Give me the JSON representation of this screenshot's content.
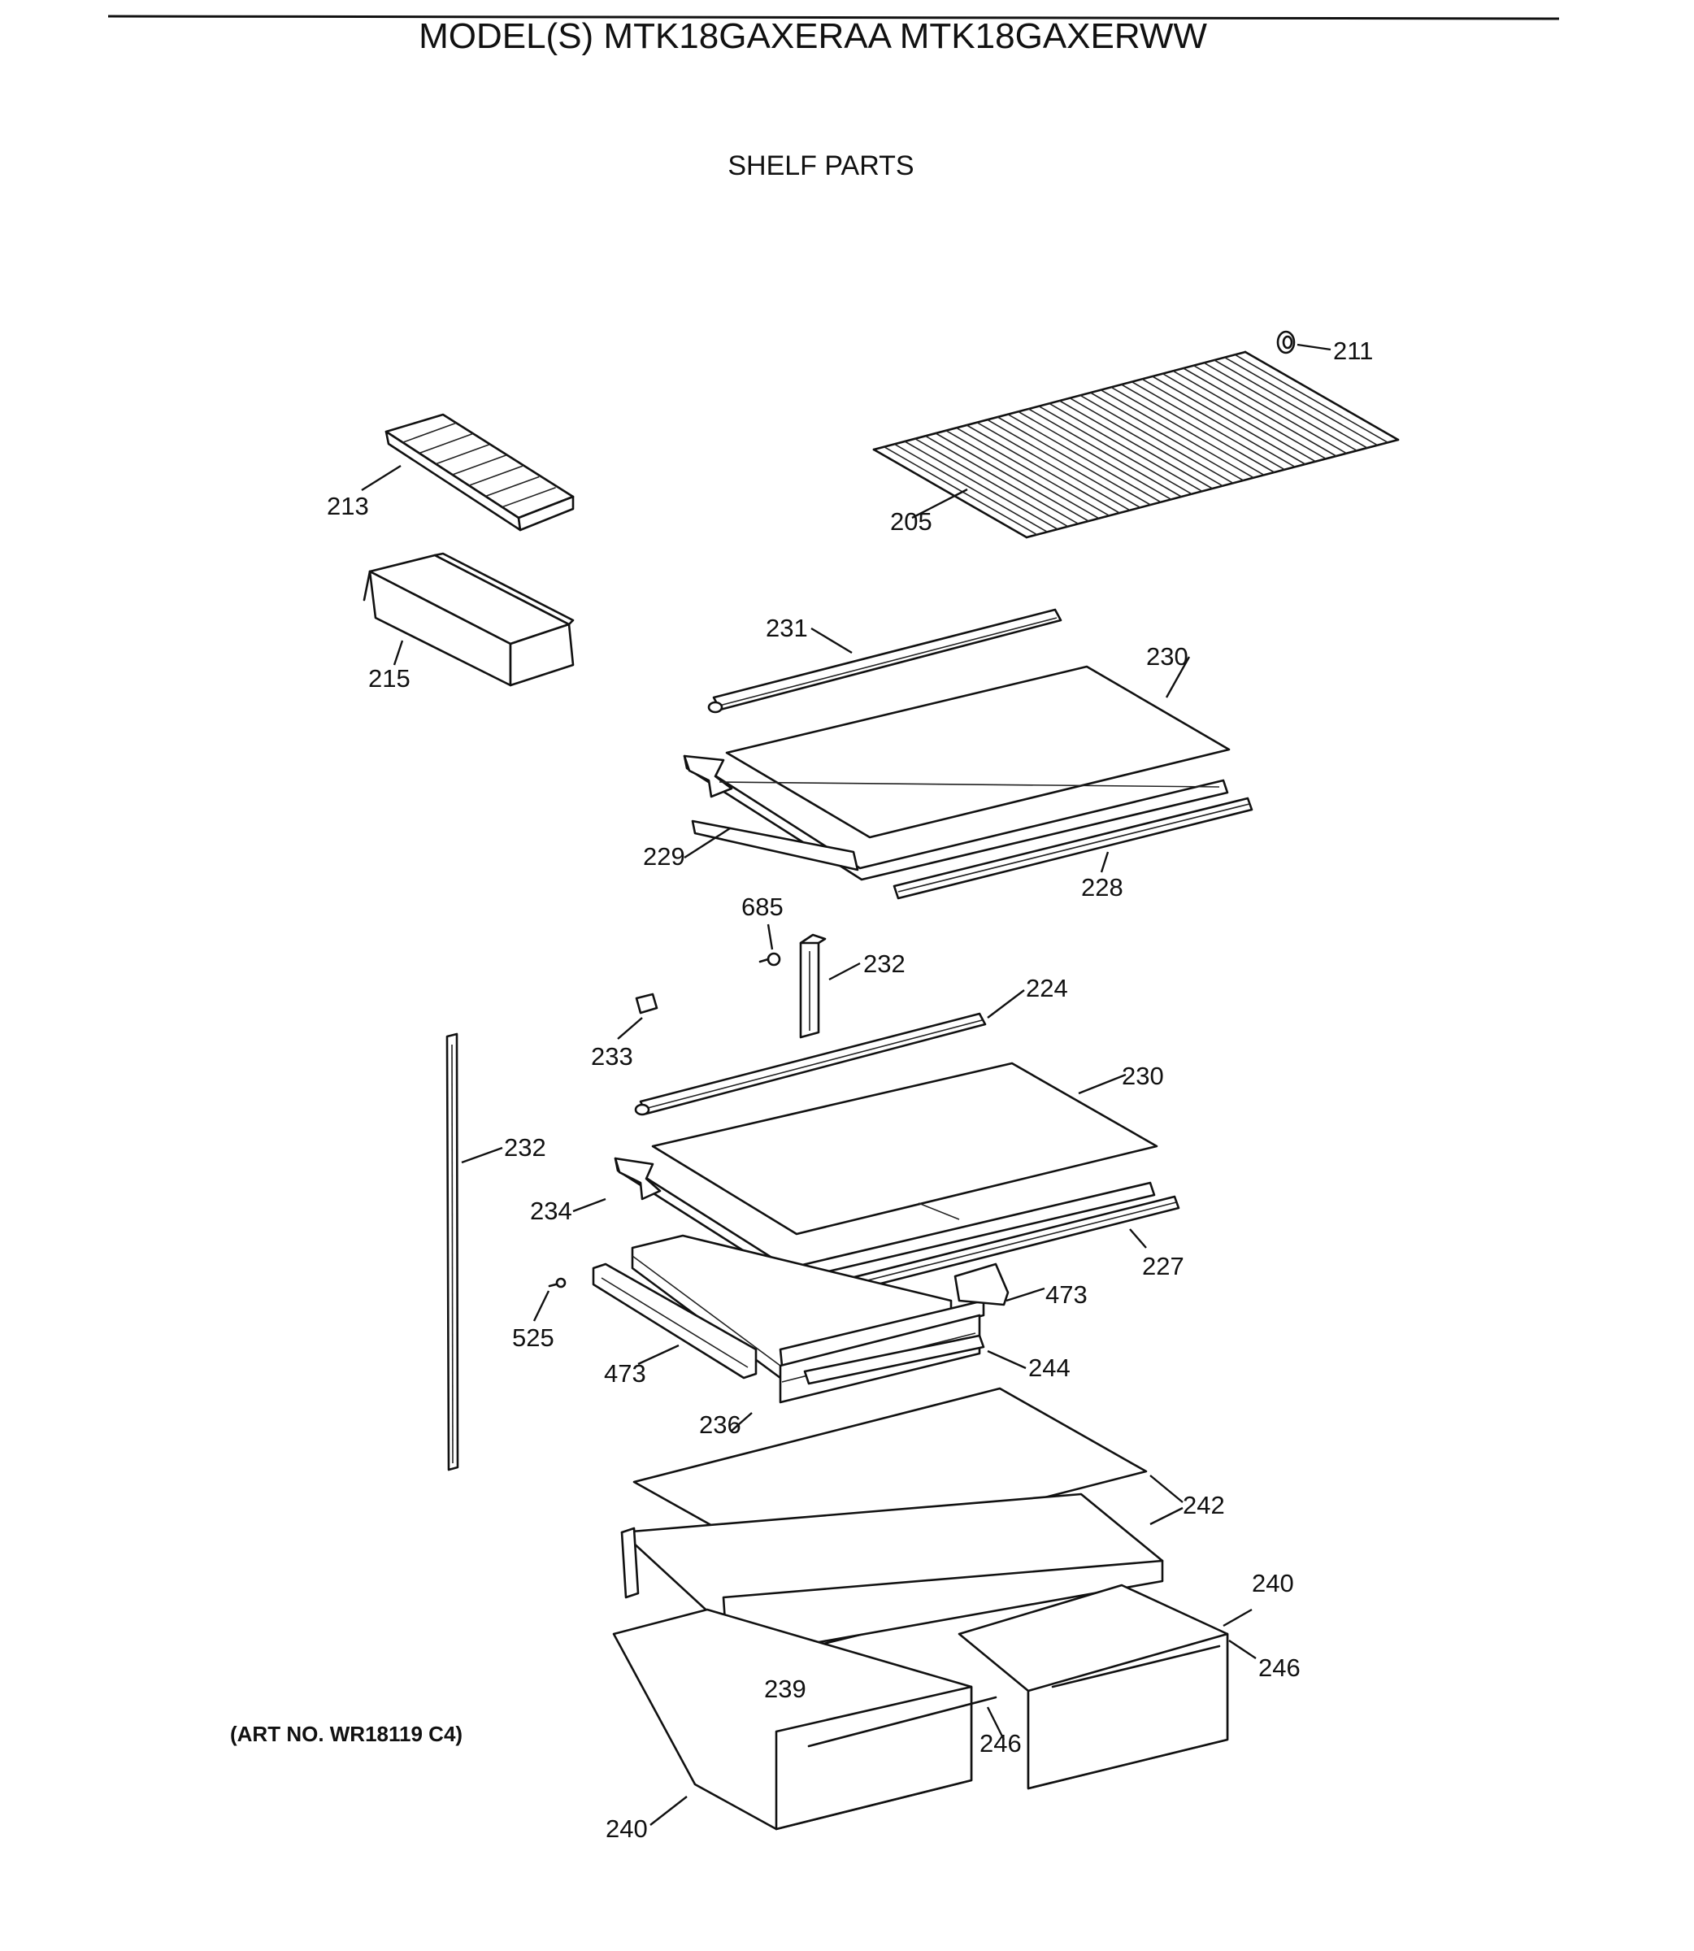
{
  "header": {
    "model_title": "MODEL(S) MTK18GAXERAA  MTK18GAXERWW",
    "section_title": "SHELF PARTS"
  },
  "footer": {
    "art_number": "(ART NO. WR18119 C4)"
  },
  "callouts": {
    "c211": "211",
    "c213": "213",
    "c205": "205",
    "c215": "215",
    "c231": "231",
    "c230a": "230",
    "c229": "229",
    "c228": "228",
    "c685": "685",
    "c232a": "232",
    "c224": "224",
    "c233": "233",
    "c230b": "230",
    "c232b": "232",
    "c234": "234",
    "c227": "227",
    "c473a": "473",
    "c525": "525",
    "c473b": "473",
    "c244": "244",
    "c236": "236",
    "c242": "242",
    "c240a": "240",
    "c246a": "246",
    "c239": "239",
    "c246b": "246",
    "c240b": "240"
  }
}
